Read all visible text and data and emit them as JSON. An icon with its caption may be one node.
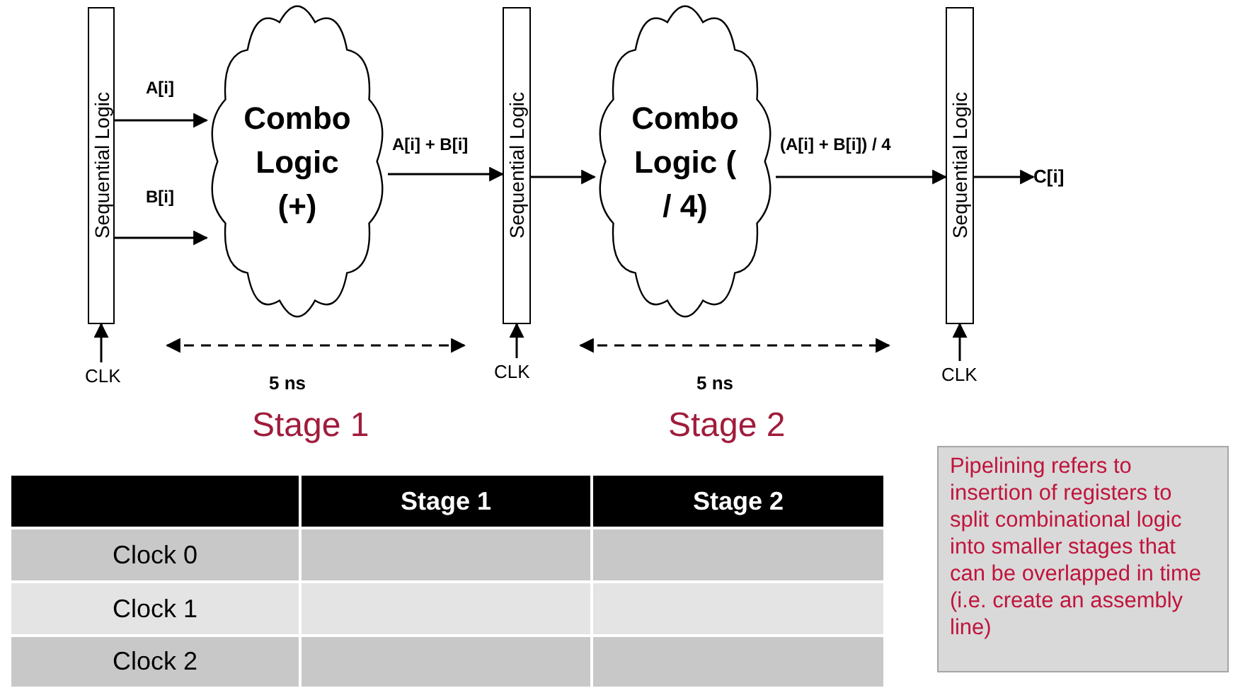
{
  "diagram": {
    "nodes": [
      {
        "text": [
          "Sequential Logic"
        ]
      },
      {
        "text": [
          "Combo Logic (+)"
        ]
      },
      {
        "text": [
          "Sequential Logic"
        ]
      },
      {
        "text": [
          "Combo Logic ( / 4)"
        ]
      },
      {
        "text": [
          "Sequential Logic"
        ]
      },
      {
        "text": [
          "CLK"
        ]
      },
      {
        "text": [
          "CLK"
        ]
      },
      {
        "text": [
          "CLK"
        ]
      },
      {
        "text": [
          "C[i]"
        ]
      },
      {
        "text": [
          "Pipelining refers to insertion of registers to split combinational logic into smaller stages that can be overlapped in time (i.e. create an assembly line)"
        ]
      }
    ],
    "edges": [
      {
        "from": 0,
        "to": 1,
        "arrow": "to",
        "label": "A[i]"
      },
      {
        "from": 0,
        "to": 1,
        "arrow": "to",
        "label": "B[i]"
      },
      {
        "from": 1,
        "to": 2,
        "arrow": "to",
        "label": "A[i] + B[i]"
      },
      {
        "from": 2,
        "to": 3,
        "arrow": "to"
      },
      {
        "from": 3,
        "to": 4,
        "arrow": "to",
        "label": "(A[i] + B[i]) / 4"
      },
      {
        "from": 4,
        "to": 8,
        "arrow": "to"
      },
      {
        "from": 5,
        "to": 0,
        "arrow": "to"
      },
      {
        "from": 6,
        "to": 2,
        "arrow": "to"
      },
      {
        "from": 7,
        "to": 4,
        "arrow": "to"
      }
    ],
    "labels": [
      "5 ns",
      "5 ns",
      "Stage 1",
      "Stage 2",
      "Stage 1",
      "Stage 2",
      "Clock 0",
      "Clock 1",
      "Clock 2"
    ]
  }
}
